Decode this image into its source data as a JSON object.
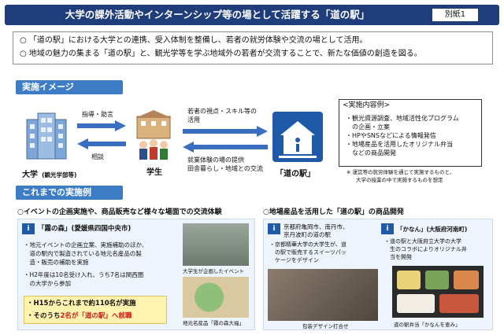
{
  "header": {
    "title": "大学の課外活動やインターンシップ等の場として活躍する「道の駅」",
    "appendix": "別紙1"
  },
  "summary_bullets": [
    "○ 「道の駅」における大学との連携、受入体制を整備し、若者の就労体験や交流の場として活用。",
    "○ 地域の魅力の集まる「道の駅」と、観光学等を学ぶ地域外の若者が交流することで、新たな価値の創造を図る。"
  ],
  "implementation": {
    "heading": "実施イメージ",
    "university_label": "大学",
    "university_sub": "(観光学部等)",
    "student_label": "学生",
    "station_label": "「道の駅」",
    "arrow_guidance": "指導・助言",
    "arrow_consult": "相談",
    "arrow_youth_line1": "若者の視点・スキル等の",
    "arrow_youth_line2": "活用",
    "arrow_work_line1": "就業体験の場の提供",
    "arrow_work_line2": "田舎暮らし・地域との交流",
    "content_title": "<実施内容例>",
    "content_items": [
      "・観光資源調査、地域活性化プログラム",
      "　の企画・立案",
      "・HPやSNSなどによる情報発信",
      "・地場産品を活用したオリジナル弁当",
      "　などの商品開発"
    ],
    "note_line1": "※ 運営等の就労体験を通じて実施するものと、",
    "note_line2": "大学の授業の中で実施するものを想定"
  },
  "examples": {
    "heading": "これまでの実施例",
    "left": {
      "title": "○イベントの企画実施や、商品販売など様々な場面での交流体験",
      "station_name": "「霧の森」(愛媛県四国中央市)",
      "bullets": [
        "・地元イベントの企画立案、実施補助のほか、",
        "　道の駅内で製造されている地元名産品の製",
        "　造・販売の補助を実施",
        "・H2年度は10名受け入れ、うち7名は関西圏",
        "　の大学から参加"
      ],
      "highlight_line1": "・H15からこれまで約110名が実施",
      "highlight_line2_prefix": "・そのうち",
      "highlight_line2_emph": "2名が「道の駅」へ就職",
      "caption_event": "大学生が企画したイベント",
      "caption_product": "地元名産品「霧の森大福」"
    },
    "right": {
      "title": "○地場産品を活用した「道の駅」の商品開発",
      "station_a": "京都府亀岡市、南丹市、",
      "station_a2": "京丹波町の道の駅",
      "station_a_bullets": [
        "・京都精華大学の大学生が、道",
        "　の駅で販売するスイーツパッ",
        "　ケージをデザイン"
      ],
      "station_b": "「かなん」(大阪府河南町)",
      "station_b_bullets": [
        "・道の駅と大阪府立大学の大学",
        "　生のコラボによりオリジナル弁",
        "　当を開発"
      ],
      "caption_meeting": "包装デザイン打合せ",
      "caption_bento": "道の駅弁当「かなんを恵み」"
    }
  },
  "colors": {
    "header_bg": "#1f3d7a",
    "section_bg": "#3d7dc6",
    "highlight_bg": "#fff3b0",
    "emphasis": "#d11a1a"
  },
  "icons": [
    "building-icon",
    "school-icon",
    "michi-no-eki-icon"
  ]
}
